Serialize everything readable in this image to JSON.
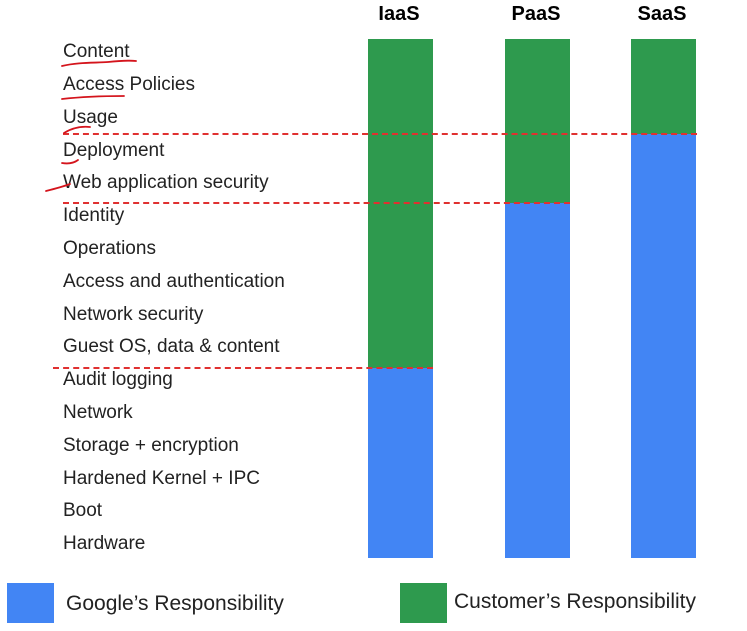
{
  "columns": [
    {
      "label": "IaaS",
      "customer_layers": 10
    },
    {
      "label": "PaaS",
      "customer_layers": 5
    },
    {
      "label": "SaaS",
      "customer_layers": 3
    }
  ],
  "layers": [
    "Content",
    "Access Policies",
    "Usage",
    "Deployment",
    "Web application security",
    "Identity",
    "Operations",
    "Access and authentication",
    "Network security",
    "Guest OS, data & content",
    "Audit logging",
    "Network",
    "Storage + encryption",
    "Hardened Kernel + IPC",
    "Boot",
    "Hardware"
  ],
  "legend": {
    "google": "Google’s Responsibility",
    "customer": "Customer’s Responsibility"
  },
  "colors": {
    "google": "#4285f4",
    "customer": "#2e9a4e",
    "divider": "#e03030"
  }
}
